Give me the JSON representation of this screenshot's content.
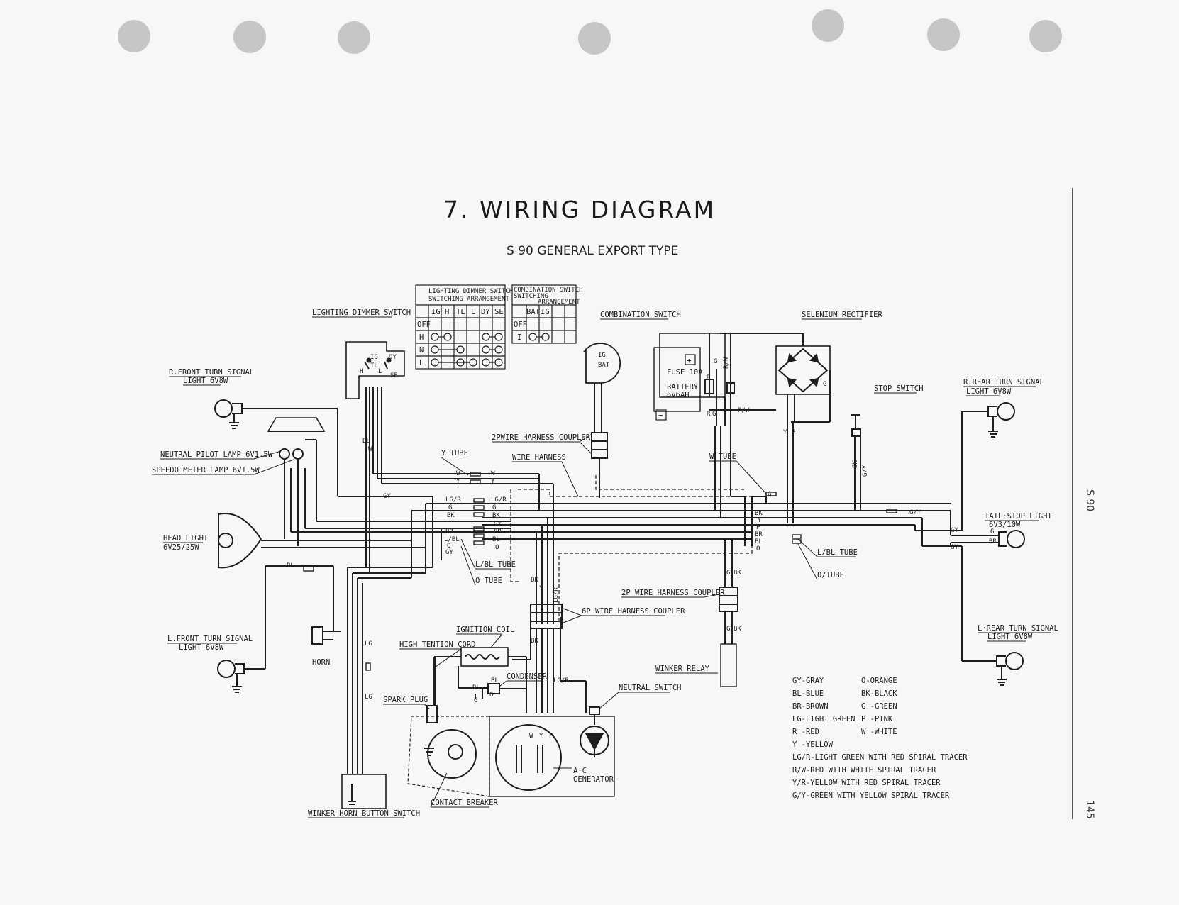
{
  "title": "7.  WIRING DIAGRAM",
  "subtitle": "S 90 GENERAL EXPORT TYPE",
  "side_label": "S 90",
  "page_number": "145",
  "components": {
    "lighting_dimmer_switch": "LIGHTING DIMMER SWITCH",
    "combination_switch": "COMBINATION SWITCH",
    "selenium_rectifier": "SELENIUM RECTIFIER",
    "r_front_turn_1": "R.FRONT TURN SIGNAL",
    "r_front_turn_2": "LIGHT 6V8W",
    "neutral_pilot": "NEUTRAL PILOT LAMP 6V1.5W",
    "speedo_meter": "SPEEDO METER LAMP 6V1.5W",
    "head_light_1": "HEAD LIGHT",
    "head_light_2": "6V25/25W",
    "l_front_turn_1": "L.FRONT TURN SIGNAL",
    "l_front_turn_2": "LIGHT 6V8W",
    "horn": "HORN",
    "winker_horn_switch": "WINKER HORN BUTTON SWITCH",
    "y_tube": "Y TUBE",
    "wire_harness": "WIRE HARNESS",
    "coupler_2p_top": "2PWIRE HARNESS COUPLER",
    "fuse": "FUSE 10A",
    "battery_1": "BATTERY",
    "battery_2": "6V6AH",
    "w_tube": "W TUBE",
    "stop_switch": "STOP SWITCH",
    "r_rear_turn_1": "R·REAR  TURN SIGNAL",
    "r_rear_turn_2": "LIGHT  6V8W",
    "tail_stop_1": "TAIL·STOP LIGHT",
    "tail_stop_2": "6V3/10W",
    "l_rear_turn_1": "L·REAR TURN SIGNAL",
    "l_rear_turn_2": "LIGHT 6V8W",
    "l_bl_tube_left": "L/BL TUBE",
    "o_tube_left": "O TUBE",
    "l_bl_tube_right": "L/BL TUBE",
    "o_tube_right": "O/TUBE",
    "coupler_2p_mid": "2P WIRE HARNESS COUPLER",
    "coupler_6p": "6P WIRE HARNESS COUPLER",
    "ignition_coil": "IGNITION COIL",
    "high_tension_cord": "HIGH TENTION CORD",
    "condenser": "CONDENSER",
    "spark_plug": "SPARK PLUG",
    "neutral_switch": "NEUTRAL SWITCH",
    "winker_relay": "WINKER RELAY",
    "contact_breaker": "CONTACT BREAKER",
    "ac_generator_1": "A·C",
    "ac_generator_2": "GENERATOR"
  },
  "dimmer_table": {
    "caption_1": "LIGHTING DIMMER SWITCH",
    "caption_2": "SWITCHING ARRANGEMENT",
    "columns": [
      "IG",
      "H",
      "TL",
      "L",
      "DY",
      "SE"
    ],
    "rows": [
      "OFF",
      "H",
      "N",
      "L"
    ]
  },
  "combo_table": {
    "caption_1": "COMBINATION SWITCH",
    "caption_2": "SWITCHING",
    "caption_3": "ARRANGEMENT",
    "columns": [
      "BAT",
      "IG"
    ],
    "rows": [
      "OFF",
      "I"
    ]
  },
  "terminals": {
    "ig": "IG",
    "h": "H",
    "tl": "TL",
    "l": "L",
    "dy": "DY",
    "se": "SE",
    "ig2": "IG",
    "bat": "BAT",
    "plus": "+",
    "minus": "−"
  },
  "wire_labels": {
    "bl": "BL",
    "w": "W",
    "gy": "GY",
    "lg_r": "LG/R",
    "g": "G",
    "bk": "BK",
    "br": "BR",
    "l_bl": "L/BL",
    "o": "O",
    "y": "Y",
    "p": "P",
    "r": "R",
    "r_w": "R/W",
    "g_y": "G/Y",
    "lg": "LG"
  },
  "legend": {
    "left": [
      "GY-GRAY",
      "BL-BLUE",
      "BR-BROWN",
      "LG-LIGHT GREEN",
      "R -RED",
      "Y -YELLOW"
    ],
    "right": [
      "O-ORANGE",
      "BK-BLACK",
      "G -GREEN",
      "P -PINK",
      "W -WHITE"
    ],
    "tracers": [
      "LG/R-LIGHT GREEN WITH RED SPIRAL TRACER",
      "R/W-RED WITH WHITE SPIRAL TRACER",
      "Y/R-YELLOW WITH RED SPIRAL TRACER",
      "G/Y-GREEN WITH YELLOW SPIRAL TRACER"
    ]
  }
}
